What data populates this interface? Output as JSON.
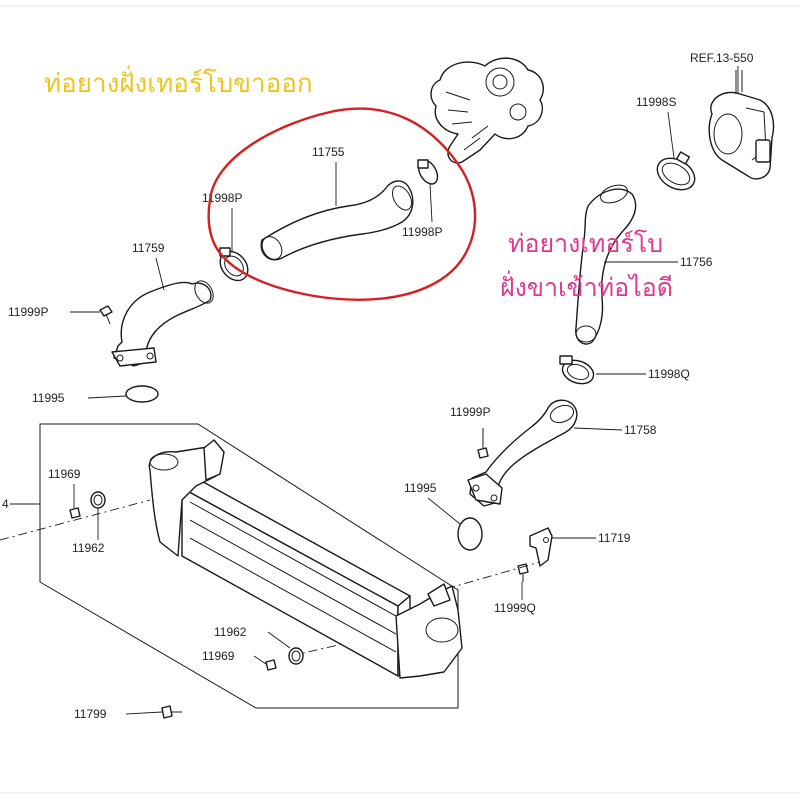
{
  "annotations": {
    "outlet_hose_note": "ท่อยางฝั่งเทอร์โบขาออก",
    "inlet_hose_note_line1": "ท่อยางเทอร์โบ",
    "inlet_hose_note_line2": "ฝั่งขาเข้าท่อไอดี"
  },
  "parts": {
    "ref_label": "REF.13-550",
    "p11998S": "11998S",
    "p11755": "11755",
    "p11998P_left": "11998P",
    "p11998P_right": "11998P",
    "p11759": "11759",
    "p11756": "11756",
    "p11999P_left": "11999P",
    "p11998Q": "11998Q",
    "p11995_left": "11995",
    "p11999P_right": "11999P",
    "p11758": "11758",
    "p11969_top": "11969",
    "p11995_right": "11995",
    "p11962_top": "11962",
    "p11719": "11719",
    "p11999Q": "11999Q",
    "p11962_bottom": "11962",
    "p11969_bottom": "11969",
    "p11799": "11799",
    "p_edge": "4"
  },
  "colors": {
    "highlight_circle": "#d42020",
    "outlet_note": "#f2c21b",
    "inlet_note": "#e0398f"
  }
}
